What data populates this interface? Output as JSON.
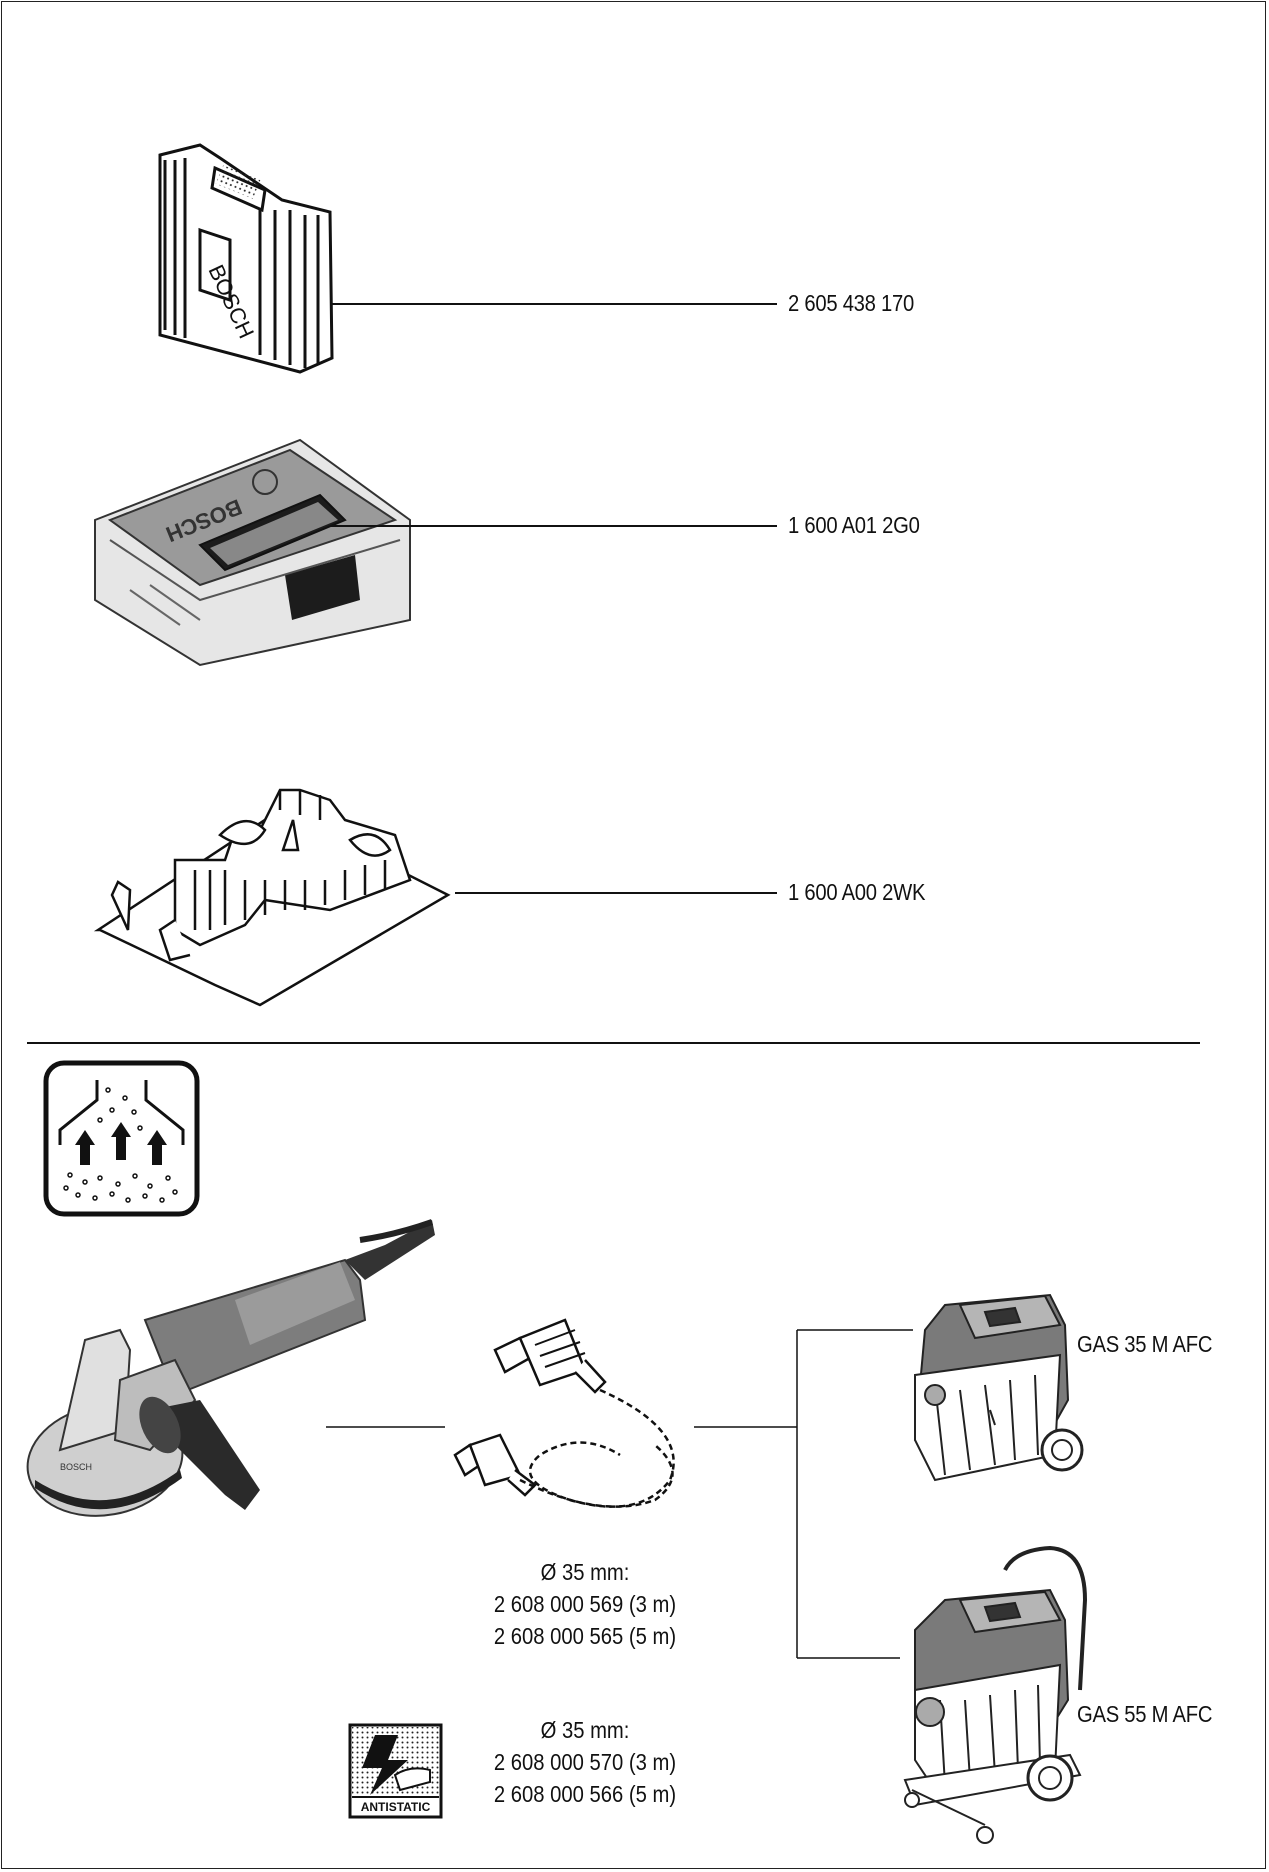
{
  "accessories": [
    {
      "name": "carrying-case",
      "part_number": "2 605 438 170",
      "brand": "BOSCH"
    },
    {
      "name": "l-boxx",
      "part_number": "1 600 A01 2G0",
      "brand": "BOSCH"
    },
    {
      "name": "case-insert",
      "part_number": "1 600 A00 2WK"
    }
  ],
  "hoses": [
    {
      "diameter": "Ø 35 mm:",
      "parts": [
        "2 608 000 569 (3 m)",
        "2 608 000 565 (5 m)"
      ]
    },
    {
      "diameter": "Ø 35 mm:",
      "parts": [
        "2 608 000 570 (3 m)",
        "2 608 000 566 (5 m)"
      ]
    }
  ],
  "antistatic_label": "ANTISTATIC",
  "vacuums": [
    {
      "model": "GAS 35 M AFC"
    },
    {
      "model": "GAS 55 M AFC"
    }
  ],
  "grinder_brand": "BOSCH"
}
